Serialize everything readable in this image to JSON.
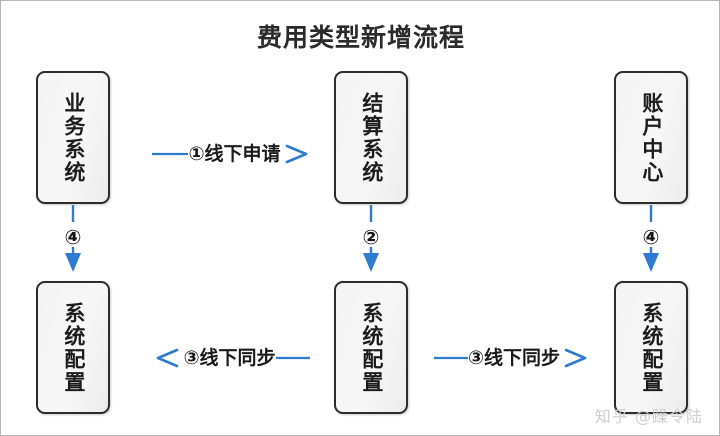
{
  "diagram": {
    "title": "费用类型新增流程",
    "colors": {
      "arrow": "#2f7bd1",
      "box_border": "#2c2c2c",
      "box_fill": "#f4f4f4",
      "text": "#1d1d1d",
      "frame": "#b8b8b8",
      "watermark": "#cfcfcf"
    },
    "nodes": [
      {
        "id": "biz-system",
        "label": "业务系统",
        "row": "top",
        "column": "left"
      },
      {
        "id": "settle-system",
        "label": "结算系统",
        "row": "top",
        "column": "center"
      },
      {
        "id": "account-center",
        "label": "账户中心",
        "row": "top",
        "column": "right"
      },
      {
        "id": "config-left",
        "label": "系统配置",
        "row": "bottom",
        "column": "left"
      },
      {
        "id": "config-center",
        "label": "系统配置",
        "row": "bottom",
        "column": "center"
      },
      {
        "id": "config-right",
        "label": "系统配置",
        "row": "bottom",
        "column": "right"
      }
    ],
    "connectors": [
      {
        "id": "biz-to-settle",
        "label": "①线下申请",
        "step": "①",
        "text": "线下申请",
        "from": "biz-system",
        "to": "settle-system",
        "direction": "right",
        "orientation": "horizontal"
      },
      {
        "id": "settle-to-config-center",
        "label": "②",
        "step": "②",
        "text": "",
        "from": "settle-system",
        "to": "config-center",
        "direction": "down",
        "orientation": "vertical"
      },
      {
        "id": "config-center-to-config-left",
        "label": "③线下同步",
        "step": "③",
        "text": "线下同步",
        "from": "config-center",
        "to": "config-left",
        "direction": "left",
        "orientation": "horizontal"
      },
      {
        "id": "config-center-to-config-right",
        "label": "③线下同步",
        "step": "③",
        "text": "线下同步",
        "from": "config-center",
        "to": "config-right",
        "direction": "right",
        "orientation": "horizontal"
      },
      {
        "id": "biz-to-config-left",
        "label": "④",
        "step": "④",
        "text": "",
        "from": "biz-system",
        "to": "config-left",
        "direction": "down",
        "orientation": "vertical"
      },
      {
        "id": "account-to-config-right",
        "label": "④",
        "step": "④",
        "text": "",
        "from": "account-center",
        "to": "config-right",
        "direction": "down",
        "orientation": "vertical"
      }
    ],
    "watermark": "知乎 @躁令陆"
  }
}
